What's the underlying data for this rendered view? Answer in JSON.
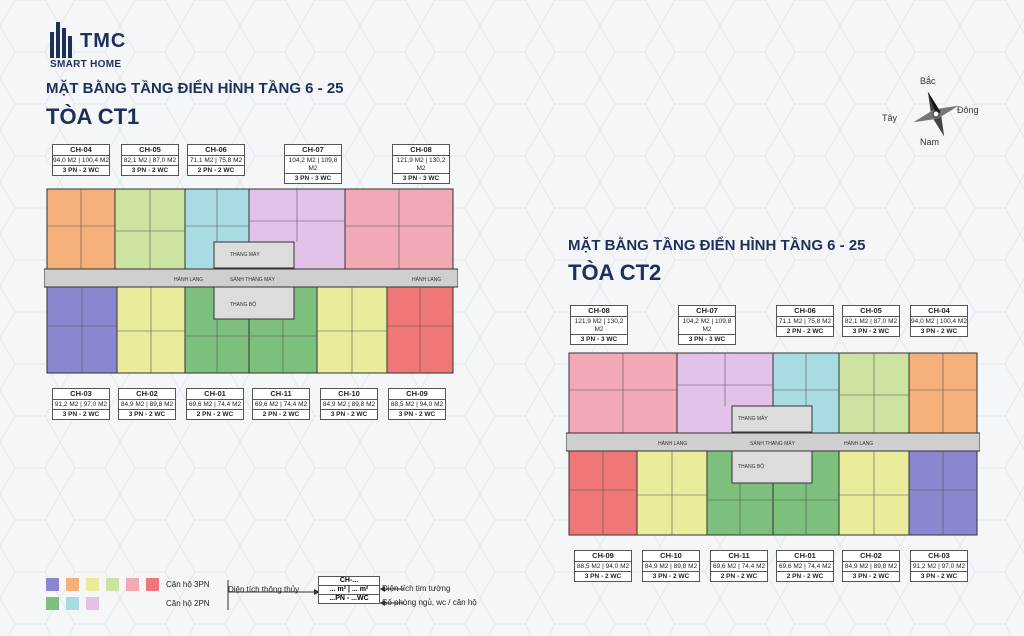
{
  "brand": {
    "name": "TMC",
    "subtitle": "SMART HOME"
  },
  "ct1": {
    "heading": "MẶT BẰNG TẦNG ĐIỂN HÌNH TẦNG 6 - 25",
    "tower": "TÒA CT1"
  },
  "ct2": {
    "heading": "MẶT BẰNG TẦNG ĐIỂN HÌNH TẦNG 6 - 25",
    "tower": "TÒA CT2"
  },
  "compass": {
    "north": "Bắc",
    "south": "Nam",
    "east": "Đông",
    "west": "Tây"
  },
  "ct1_units_top": [
    {
      "code": "CH-04",
      "area": "94,0 M2 | 100,4 M2",
      "rooms": "3 PN - 2 WC"
    },
    {
      "code": "CH-05",
      "area": "82,1 M2 | 87,0 M2",
      "rooms": "3 PN - 2 WC"
    },
    {
      "code": "CH-06",
      "area": "71,1 M2 | 75,8 M2",
      "rooms": "2 PN - 2 WC"
    },
    {
      "code": "CH-07",
      "area": "104,2 M2 | 109,8 M2",
      "rooms": "3 PN - 3 WC"
    },
    {
      "code": "CH-08",
      "area": "121,9 M2 | 130,2 M2",
      "rooms": "3 PN - 3 WC"
    }
  ],
  "ct1_units_bottom": [
    {
      "code": "CH-03",
      "area": "91,2 M2 | 97,0 M2",
      "rooms": "3 PN - 2 WC"
    },
    {
      "code": "CH-02",
      "area": "84,9 M2 | 89,8 M2",
      "rooms": "3 PN - 2 WC"
    },
    {
      "code": "CH-01",
      "area": "69,6 M2 | 74,4 M2",
      "rooms": "2 PN - 2 WC"
    },
    {
      "code": "CH-11",
      "area": "69,6 M2 | 74,4 M2",
      "rooms": "2 PN - 2 WC"
    },
    {
      "code": "CH-10",
      "area": "84,9 M2 | 89,8 M2",
      "rooms": "3 PN - 2 WC"
    },
    {
      "code": "CH-09",
      "area": "88,5 M2 | 94,0 M2",
      "rooms": "3 PN - 2 WC"
    }
  ],
  "ct2_units_top": [
    {
      "code": "CH-08",
      "area": "121,9 M2 | 130,2 M2",
      "rooms": "3 PN - 3 WC"
    },
    {
      "code": "CH-07",
      "area": "104,2 M2 | 109,8 M2",
      "rooms": "3 PN - 3 WC"
    },
    {
      "code": "CH-06",
      "area": "71,1 M2 | 75,8 M2",
      "rooms": "2 PN - 2 WC"
    },
    {
      "code": "CH-05",
      "area": "82,1 M2 | 87,0 M2",
      "rooms": "3 PN - 2 WC"
    },
    {
      "code": "CH-04",
      "area": "94,0 M2 | 100,4 M2",
      "rooms": "3 PN - 2 WC"
    }
  ],
  "ct2_units_bottom": [
    {
      "code": "CH-09",
      "area": "88,5 M2 | 94,0 M2",
      "rooms": "3 PN - 2 WC"
    },
    {
      "code": "CH-10",
      "area": "84,9 M2 | 89,8 M2",
      "rooms": "3 PN - 2 WC"
    },
    {
      "code": "CH-11",
      "area": "69,6 M2 | 74,4 M2",
      "rooms": "2 PN - 2 WC"
    },
    {
      "code": "CH-01",
      "area": "69,6 M2 | 74,4 M2",
      "rooms": "2 PN - 2 WC"
    },
    {
      "code": "CH-02",
      "area": "84,9 M2 | 89,8 M2",
      "rooms": "3 PN - 2 WC"
    },
    {
      "code": "CH-03",
      "area": "91,2 M2 | 97,0 M2",
      "rooms": "3 PN - 2 WC"
    }
  ],
  "plan_labels": {
    "corridor": "HÀNH LANG",
    "lobby": "SẢNH THANG MÁY",
    "elevator": "THANG MÁY",
    "stairs": "THANG BỘ"
  },
  "legend": {
    "three_bed": "Căn hộ 3PN",
    "two_bed": "Căn hộ 2PN",
    "net_area": "Diện tích thông thủy",
    "wall_area": "Diện tích tim tường",
    "rooms": "Số phòng ngủ, wc / căn hộ",
    "sample_code": "CH-...",
    "sample_area": "... m² | ... m²",
    "sample_rooms": "...PN - ...WC"
  },
  "colors": {
    "ch03": "#8a86cf",
    "ch04": "#f4b07a",
    "ch05": "#cde3a1",
    "ch06": "#a9dbe3",
    "ch07": "#e3c2ea",
    "ch08": "#f2a9b5",
    "ch02": "#e8ec9b",
    "ch01": "#7dbf7c",
    "ch11": "#7dbf7c",
    "ch10": "#e8ec9b",
    "ch09": "#ef7777",
    "core": "#dcdcdc",
    "corridor": "#cfcfcf",
    "title": "#1f2f5c",
    "legend_3pn": [
      "#8a86cf",
      "#f4b07a",
      "#e8ec9b",
      "#cde3a1",
      "#f2a9b5",
      "#ef7777"
    ],
    "legend_2pn": [
      "#7dbf7c",
      "#a9dbe3",
      "#e3c2ea"
    ]
  }
}
